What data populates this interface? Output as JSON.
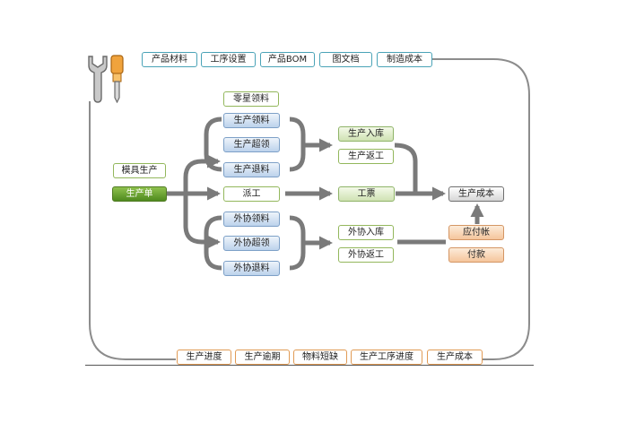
{
  "top_tabs": [
    {
      "label": "产品材料"
    },
    {
      "label": "工序设置"
    },
    {
      "label": "产品BOM"
    },
    {
      "label": "图文档"
    },
    {
      "label": "制造成本"
    }
  ],
  "bottom_tabs": [
    {
      "label": "生产进度"
    },
    {
      "label": "生产逾期"
    },
    {
      "label": "物料短缺"
    },
    {
      "label": "生产工序进度"
    },
    {
      "label": "生产成本"
    }
  ],
  "nodes": {
    "retail": "零星领料",
    "mold": "模具生产",
    "order": "生产单",
    "issue": "生产领料",
    "over": "生产超领",
    "ret": "生产退料",
    "dispatch": "派工",
    "oissue": "外协领料",
    "oover": "外协超领",
    "oret": "外协退料",
    "stockin": "生产入库",
    "rework": "生产返工",
    "ticket": "工票",
    "ostockin": "外协入库",
    "orework": "外协返工",
    "cost": "生产成本",
    "payable": "应付帐",
    "pay": "付款"
  },
  "colors": {
    "loop_line": "#8a8a8a",
    "arrow": "#7a7a7a",
    "tab_border": "#4aa3b7",
    "bottom_tab_border": "#e19b55"
  },
  "icon": "tools-wrench-screwdriver-icon"
}
